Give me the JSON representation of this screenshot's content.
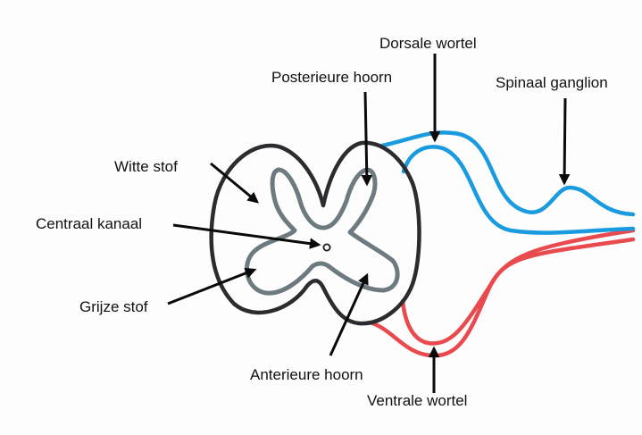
{
  "labels": {
    "dorsal_root": "Dorsale wortel",
    "posterior_horn": "Posterieure hoorn",
    "spinal_ganglion": "Spinaal ganglion",
    "white_matter": "Witte stof",
    "central_canal": "Centraal kanaal",
    "grey_matter": "Grijze stof",
    "anterior_horn": "Anterieure hoorn",
    "ventral_root": "Ventrale wortel"
  },
  "colors": {
    "outline": "#2e2b30",
    "grey_matter": "#6d7b80",
    "dorsal_root": "#1a9be0",
    "ventral_root": "#e84a4e",
    "arrow": "#0a0a0a"
  }
}
